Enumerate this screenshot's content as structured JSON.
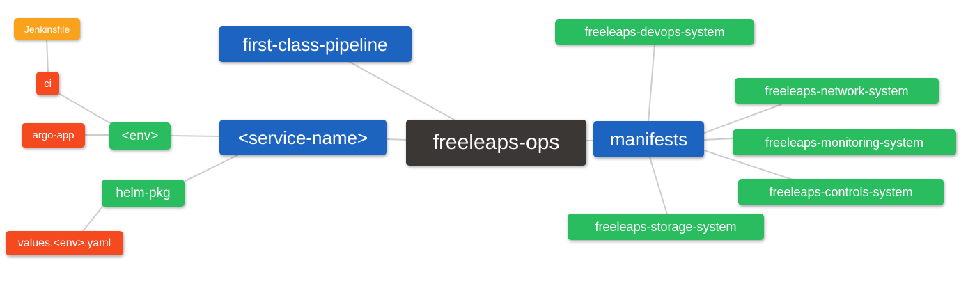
{
  "mindmap": {
    "nodes": {
      "jenkinsfile": {
        "label": "Jenkinsfile"
      },
      "ci": {
        "label": "ci"
      },
      "argo_app": {
        "label": "argo-app"
      },
      "env": {
        "label": "<env>"
      },
      "helm_pkg": {
        "label": "helm-pkg"
      },
      "values_env_yaml": {
        "label": "values.<env>.yaml"
      },
      "first_class_pipeline": {
        "label": "first-class-pipeline"
      },
      "service_name": {
        "label": "<service-name>"
      },
      "freeleaps_ops": {
        "label": "freeleaps-ops"
      },
      "manifests": {
        "label": "manifests"
      },
      "devops_system": {
        "label": "freeleaps-devops-system"
      },
      "network_system": {
        "label": "freeleaps-network-system"
      },
      "monitoring_system": {
        "label": "freeleaps-monitoring-system"
      },
      "controls_system": {
        "label": "freeleaps-controls-system"
      },
      "storage_system": {
        "label": "freeleaps-storage-system"
      }
    },
    "edges": [
      [
        "jenkinsfile",
        "ci"
      ],
      [
        "ci",
        "env"
      ],
      [
        "argo_app",
        "env"
      ],
      [
        "env",
        "service_name"
      ],
      [
        "service_name",
        "helm_pkg"
      ],
      [
        "helm_pkg",
        "values_env_yaml"
      ],
      [
        "first_class_pipeline",
        "freeleaps_ops"
      ],
      [
        "service_name",
        "freeleaps_ops"
      ],
      [
        "freeleaps_ops",
        "manifests"
      ],
      [
        "manifests",
        "devops_system"
      ],
      [
        "manifests",
        "network_system"
      ],
      [
        "manifests",
        "monitoring_system"
      ],
      [
        "manifests",
        "controls_system"
      ],
      [
        "manifests",
        "storage_system"
      ]
    ],
    "colors": {
      "blue": "#1d64c1",
      "green": "#2abd60",
      "orange": "#f9a21c",
      "red": "#f5491f",
      "dark": "#3b3734",
      "edge": "#cdcdcd",
      "text": "#ffffff",
      "background": "#ffffff"
    }
  }
}
